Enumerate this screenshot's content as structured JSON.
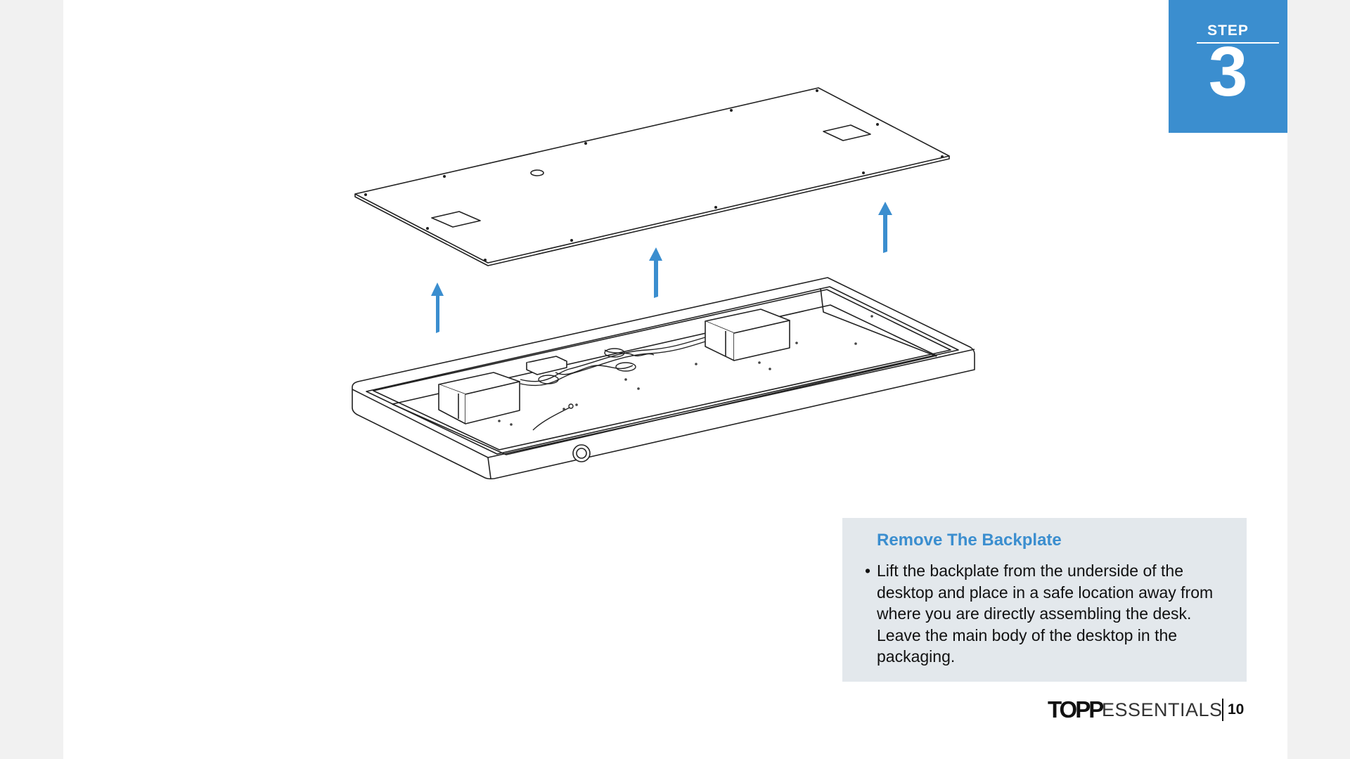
{
  "step": {
    "label": "STEP",
    "number": "3"
  },
  "instruction": {
    "title": "Remove The Backplate",
    "bullet": "•",
    "text": "Lift the backplate from the underside of the desktop and place in a safe location away from where you are directly assembling the desk. Leave the main body of the desktop in the packaging."
  },
  "footer": {
    "logo": "TOPP",
    "brand": "ESSENTIALS",
    "page_number": "10"
  },
  "colors": {
    "accent": "#3b8ecf",
    "info_box": "#e3e8ec",
    "page_bg": "#ffffff",
    "margin_bg": "#f1f1f1"
  },
  "illustration": {
    "parts": [
      "backplate",
      "desktop-frame",
      "control-box",
      "cable-bundle"
    ],
    "arrow_icon": "up-arrow-icon"
  }
}
